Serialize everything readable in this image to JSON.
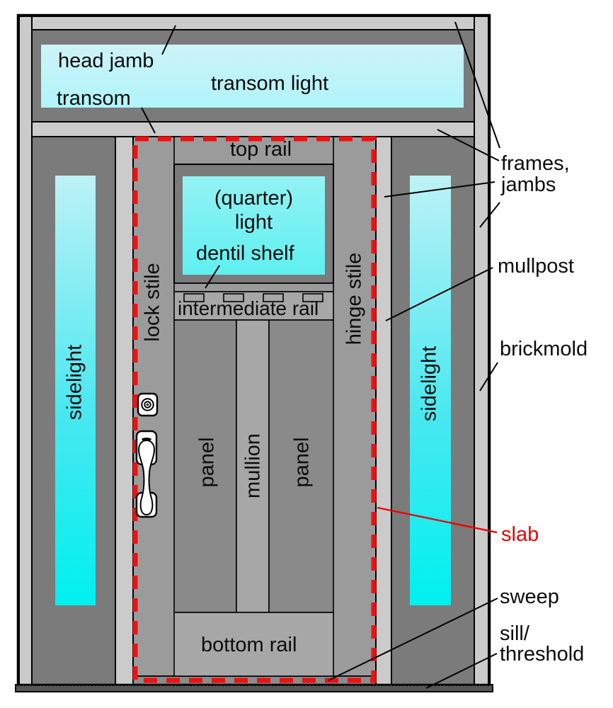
{
  "figure": {
    "type": "labeled diagram of entry door parts (front elevation)",
    "background": "#ffffff",
    "colors": {
      "frame_light_gray": "#cbcbcb",
      "surround_dark_gray": "#7b7b7b",
      "door_slab_gray": "#9b9b9b",
      "panel_gray": "#8a8a8a",
      "rail_mullion_gray": "#a7a7a7",
      "sweep_gray": "#8c8c8c",
      "sill_dark": "#565656",
      "outline_black": "#000000",
      "slab_dashed_outline_red": "#ee1111",
      "slab_label_red": "#ee0000",
      "transom_glass_top": "#cdf3f8",
      "transom_glass_bottom": "#aff5fa",
      "quarter_glass_top": "#93f2f4",
      "quarter_glass_bottom": "#5ff0f0",
      "sidelight_glass_top": "#bdf2f6",
      "sidelight_glass_mid": "#4ae8f0",
      "sidelight_glass_bottom": "#00f0f0"
    },
    "icons": {
      "deadbolt": "deadbolt-lock-icon",
      "handle": "door-handle-icon"
    }
  },
  "labels": {
    "head_jamb": "head jamb",
    "transom": "transom",
    "transom_light": "transom light",
    "top_rail": "top rail",
    "quarter_light_line1": "(quarter)",
    "quarter_light_line2": "light",
    "dentil_shelf": "dentil shelf",
    "intermediate_rail": "intermediate rail",
    "lock_stile": "lock stile",
    "hinge_stile": "hinge stile",
    "sidelight_left": "sidelight",
    "sidelight_right": "sidelight",
    "panel_left": "panel",
    "mullion": "mullion",
    "panel_right": "panel",
    "bottom_rail": "bottom rail",
    "frames": "frames,",
    "jambs": "jambs",
    "mullpost": "mullpost",
    "brickmold": "brickmold",
    "slab": "slab",
    "sweep": "sweep",
    "sill_line1": "sill/",
    "sill_line2": "threshold"
  }
}
